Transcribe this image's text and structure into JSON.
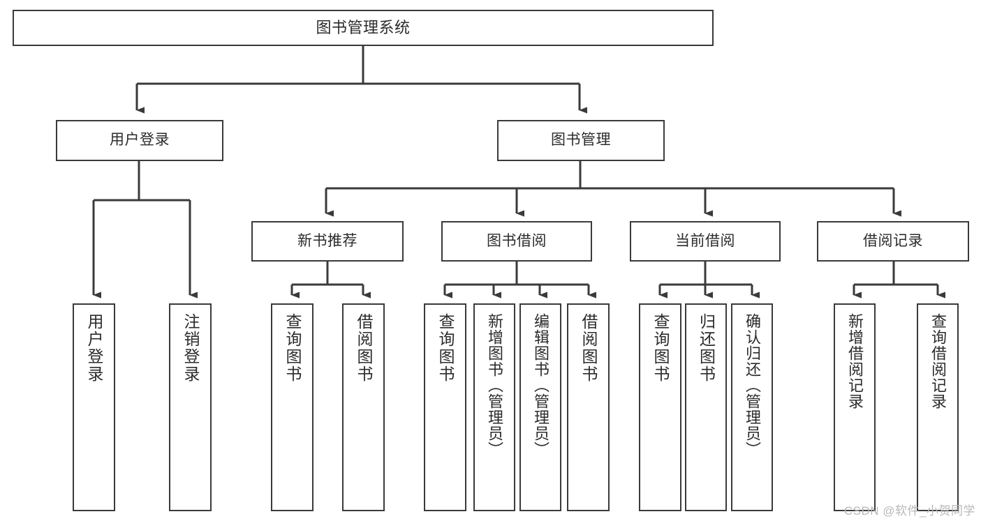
{
  "diagram": {
    "title": "图书管理系统",
    "type": "hierarchy-tree",
    "colors": {
      "box_border": "#3a3a3a",
      "box_fill": "#ffffff",
      "connector": "#3a3a3a",
      "text": "#2b2b2b",
      "watermark": "#b8b8b8",
      "background": "#ffffff"
    },
    "root": {
      "label": "图书管理系统",
      "orientation": "horizontal"
    },
    "level1": [
      {
        "label": "用户登录",
        "orientation": "horizontal"
      },
      {
        "label": "图书管理",
        "orientation": "horizontal"
      }
    ],
    "level2": [
      {
        "label": "新书推荐",
        "orientation": "horizontal"
      },
      {
        "label": "图书借阅",
        "orientation": "horizontal"
      },
      {
        "label": "当前借阅",
        "orientation": "horizontal"
      },
      {
        "label": "借阅记录",
        "orientation": "horizontal"
      }
    ],
    "leaves": {
      "user_login": [
        {
          "label": "用户登录",
          "orientation": "vertical"
        },
        {
          "label": "注销登录",
          "orientation": "vertical"
        }
      ],
      "new_book_recommend": [
        {
          "label": "查询图书",
          "orientation": "vertical"
        },
        {
          "label": "借阅图书",
          "orientation": "vertical"
        }
      ],
      "book_borrow": [
        {
          "label": "查询图书",
          "orientation": "vertical"
        },
        {
          "label": "新增图书（管理员）",
          "orientation": "vertical"
        },
        {
          "label": "编辑图书（管理员）",
          "orientation": "vertical"
        },
        {
          "label": "借阅图书",
          "orientation": "vertical"
        }
      ],
      "current_borrow": [
        {
          "label": "查询图书",
          "orientation": "vertical"
        },
        {
          "label": "归还图书",
          "orientation": "vertical"
        },
        {
          "label": "确认归还（管理员）",
          "orientation": "vertical"
        }
      ],
      "borrow_record": [
        {
          "label": "新增借阅记录",
          "orientation": "vertical"
        },
        {
          "label": "查询借阅记录",
          "orientation": "vertical"
        }
      ]
    },
    "watermark": "CSDN @软件_小贺同学"
  }
}
